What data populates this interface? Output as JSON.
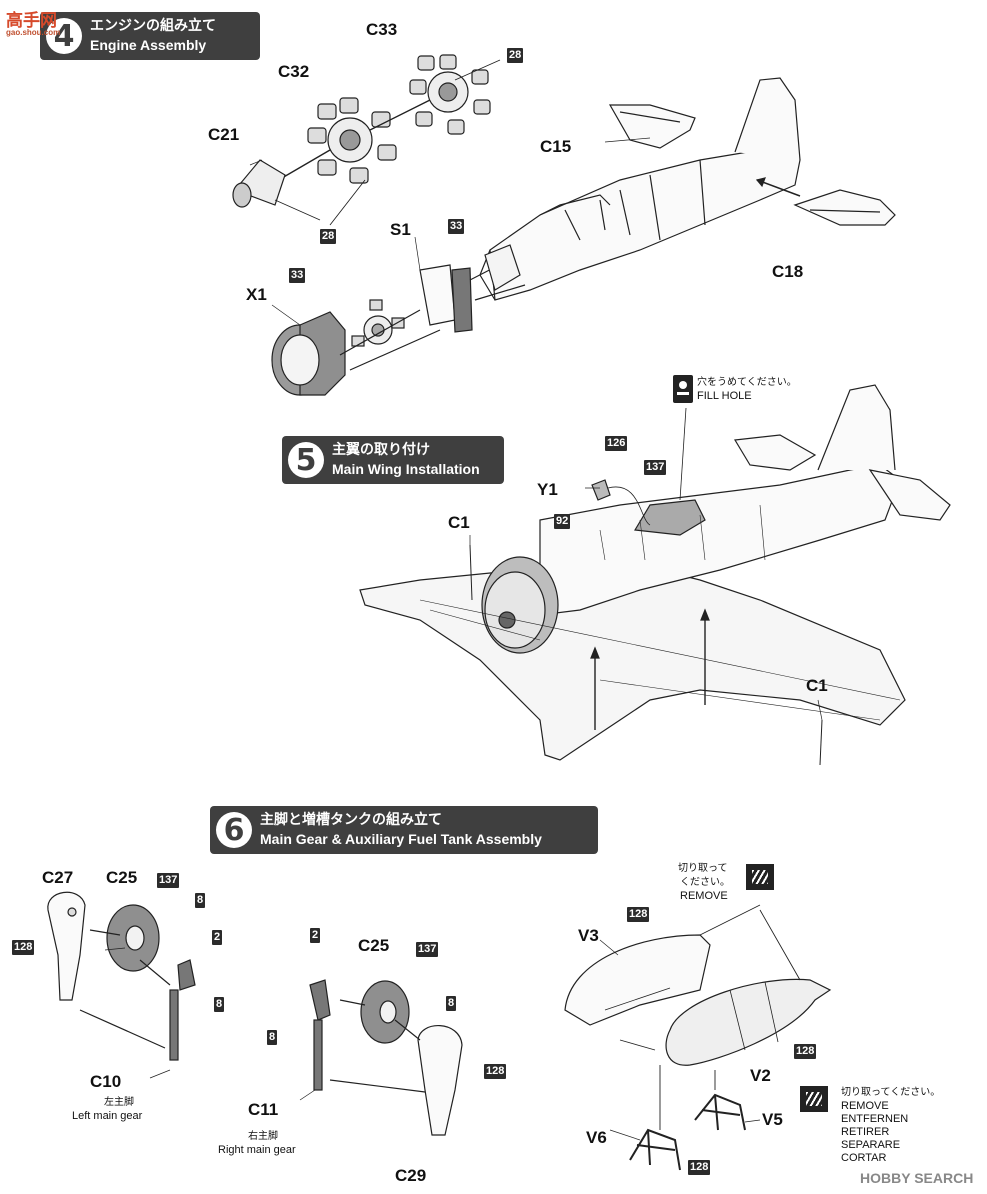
{
  "steps": {
    "s4": {
      "num": "4",
      "jp": "エンジンの組み立て",
      "en": "Engine Assembly"
    },
    "s5": {
      "num": "5",
      "jp": "主翼の取り付け",
      "en": "Main Wing Installation"
    },
    "s6": {
      "num": "6",
      "jp": "主脚と増槽タンクの組み立て",
      "en": "Main Gear & Auxiliary Fuel Tank Assembly"
    }
  },
  "parts": {
    "c33": "C33",
    "c32": "C32",
    "c21": "C21",
    "c15": "C15",
    "c18": "C18",
    "s1": "S1",
    "x1": "X1",
    "y1": "Y1",
    "c1a": "C1",
    "c1b": "C1",
    "c27": "C27",
    "c25a": "C25",
    "c10": "C10",
    "c25b": "C25",
    "c11": "C11",
    "c29": "C29",
    "v3": "V3",
    "v2": "V2",
    "v5": "V5",
    "v6": "V6"
  },
  "colors": {
    "c28a": "28",
    "c28b": "28",
    "c33a": "33",
    "c33b": "33",
    "c126": "126",
    "c137a": "137",
    "c92": "92",
    "c137b": "137",
    "c8a": "8",
    "c2a": "2",
    "c8b": "8",
    "c128a": "128",
    "c2b": "2",
    "c137c": "137",
    "c8c": "8",
    "c8d": "8",
    "c128b": "128",
    "c128c": "128",
    "c128d": "128",
    "c128e": "128"
  },
  "notes": {
    "fill_jp": "穴をうめてください。",
    "fill_en": "FILL HOLE",
    "remove1_jp1": "切り取って",
    "remove1_jp2": "ください。",
    "remove1_en": "REMOVE",
    "remove2_jp": "切り取ってください。",
    "remove2_l1": "REMOVE",
    "remove2_l2": "ENTFERNEN",
    "remove2_l3": "RETIRER",
    "remove2_l4": "SEPARARE",
    "remove2_l5": "CORTAR",
    "left_jp": "左主脚",
    "left_en": "Left main gear",
    "right_jp": "右主脚",
    "right_en": "Right main gear"
  },
  "watermark": {
    "top": "高手网",
    "top_sub": "gao.shou.com",
    "bottom": "HOBBY SEARCH"
  }
}
